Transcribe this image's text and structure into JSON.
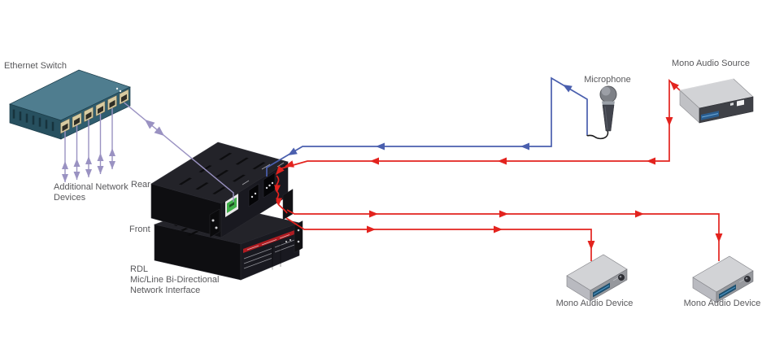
{
  "diagram": {
    "labels": {
      "ethernet_switch": "Ethernet Switch",
      "additional_network_line1": "Additional Network",
      "additional_network_line2": "Devices",
      "rear": "Rear",
      "front": "Front",
      "rdl_line1": "RDL",
      "rdl_line2": "Mic/Line Bi-Directional",
      "rdl_line3": "Network Interface",
      "microphone": "Microphone",
      "mono_audio_source": "Mono Audio Source",
      "mono_audio_device_1": "Mono Audio Device",
      "mono_audio_device_2": "Mono Audio Device"
    },
    "colors": {
      "background": "#ffffff",
      "label_text": "#58585b",
      "network_line": "#9a92c2",
      "mic_line": "#4a5fae",
      "audio_line": "#e3231e",
      "switch_top": "#4f7d8f",
      "switch_front": "#2f5d6f",
      "switch_side": "#27505f",
      "port_tan": "#d8cba1",
      "unit_black_top": "#232329",
      "unit_black_side": "#0e0e11",
      "unit_black_panel": "#191920",
      "green_port": "#3fae49",
      "front_stripe": "#b01c22",
      "device_gray_top": "#d2d3d6",
      "device_stripe": "#1d4f6e",
      "source_stripe": "#2a5e91"
    }
  }
}
